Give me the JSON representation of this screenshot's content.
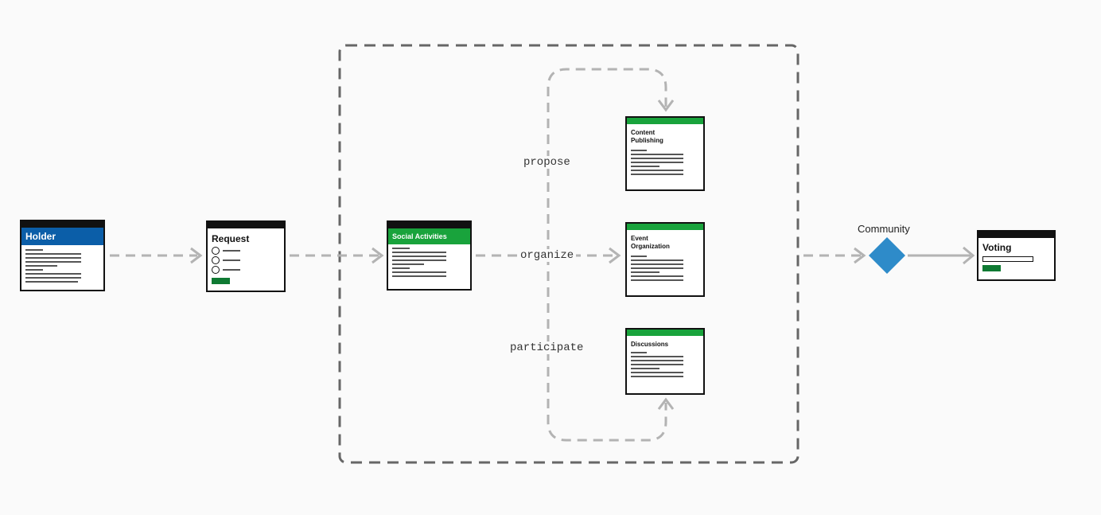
{
  "colors": {
    "blue": "#0b5ea8",
    "green": "#19a33c",
    "dark_green": "#0f7a33",
    "diamond": "#2e8bc9",
    "arrow": "#b3b3b3",
    "frame": "#666666"
  },
  "cards": {
    "holder": "Holder",
    "request": "Request",
    "social_activities": "Social Activities",
    "content_publishing": "Content Publishing",
    "event_organization": "Event Organization",
    "discussions": "Discussions",
    "voting": "Voting"
  },
  "labels": {
    "propose": "propose",
    "organize": "organize",
    "participate": "participate",
    "community": "Community"
  },
  "icons": {
    "decision": "diamond-icon"
  }
}
